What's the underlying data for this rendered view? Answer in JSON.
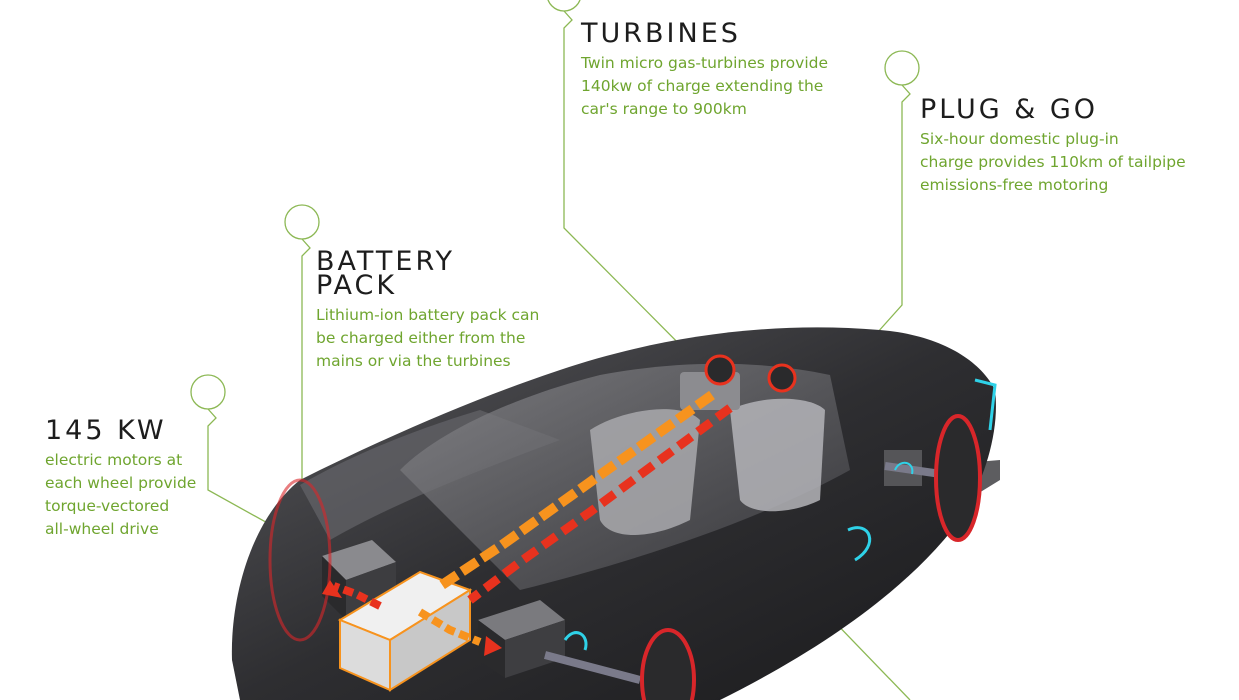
{
  "callouts": {
    "turbines": {
      "title": "TURBINES",
      "text": "Twin micro gas-turbines provide\n140kw of charge extending the\ncar's range to 900km"
    },
    "plug_and_go": {
      "title": "PLUG & GO",
      "text": "Six-hour domestic plug-in\ncharge provides 110km of tailpipe\nemissions-free motoring"
    },
    "battery_pack": {
      "title": "BATTERY\nPACK",
      "text": "Lithium-ion battery pack can\nbe charged either from the\nmains or via the turbines"
    },
    "motors": {
      "title": "145 KW",
      "text": "electric motors at\neach wheel provide\ntorque-vectored\nall-wheel drive"
    }
  },
  "colors": {
    "accent_green": "#6fa52f",
    "line_green": "#8cb854",
    "title_dark": "#1d1d1d",
    "car_body": "#3a3a3c",
    "arrow_orange": "#f7931e",
    "arrow_red": "#e8321e",
    "wheel_red": "#d8262a",
    "light_cyan": "#2fd2e8"
  }
}
